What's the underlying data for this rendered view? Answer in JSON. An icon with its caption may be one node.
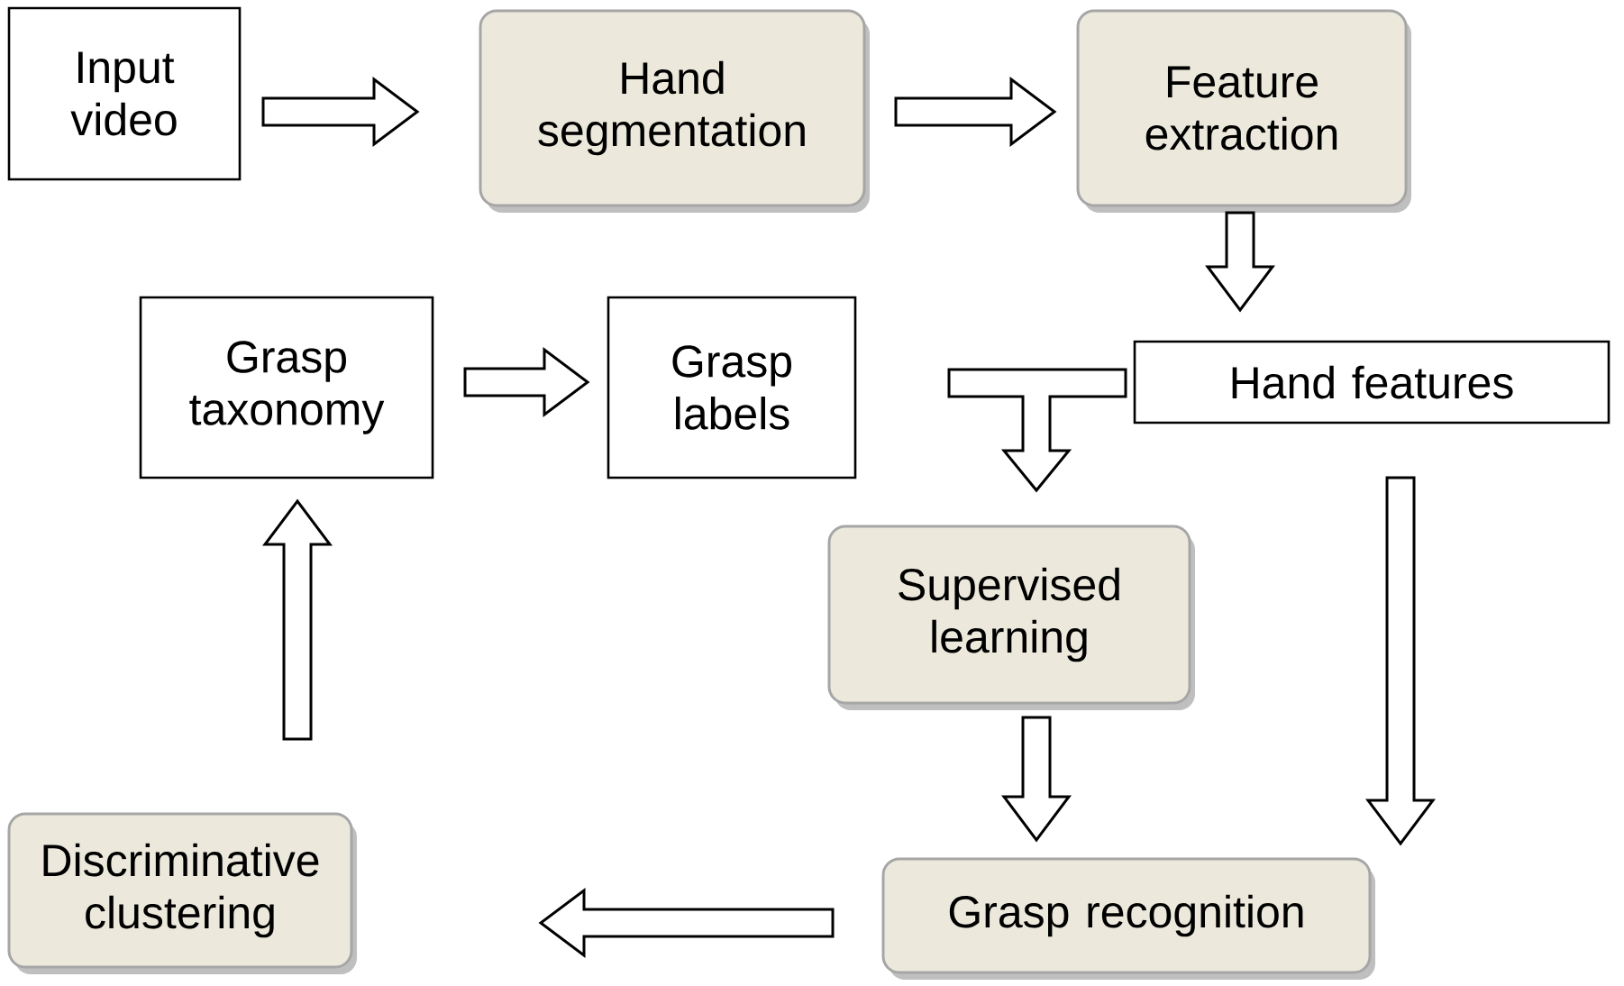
{
  "diagram": {
    "nodes": [
      {
        "text": [
          "Input video"
        ]
      },
      {
        "text": [
          "Hand segmentation"
        ]
      },
      {
        "text": [
          "Feature extraction"
        ]
      },
      {
        "text": [
          "Grasp taxonomy"
        ]
      },
      {
        "text": [
          "Grasp labels"
        ]
      },
      {
        "text": [
          "Hand features"
        ]
      },
      {
        "text": [
          "Supervised learning"
        ]
      },
      {
        "text": [
          "Discriminative clustering"
        ]
      },
      {
        "text": [
          "Grasp recognition"
        ]
      }
    ],
    "edges": [
      {
        "from": 0,
        "to": 1,
        "arrow": "to"
      },
      {
        "from": 1,
        "to": 2,
        "arrow": "to"
      },
      {
        "from": 2,
        "to": 5,
        "arrow": "to"
      },
      {
        "from": 3,
        "to": 4,
        "arrow": "to"
      },
      {
        "from": 4,
        "to": 6,
        "arrow": "to"
      },
      {
        "from": 5,
        "to": 6,
        "arrow": "to"
      },
      {
        "from": 5,
        "to": 8,
        "arrow": "to"
      },
      {
        "from": 6,
        "to": 8,
        "arrow": "to"
      },
      {
        "from": 8,
        "to": 7,
        "arrow": "to"
      },
      {
        "from": 7,
        "to": 3,
        "arrow": "to"
      }
    ]
  }
}
